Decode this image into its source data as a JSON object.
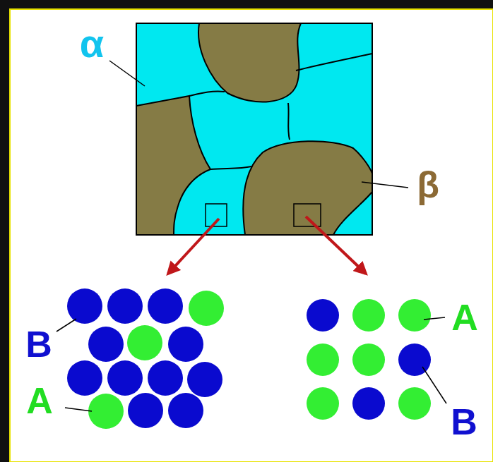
{
  "diagram": {
    "labels": [
      "α",
      "β",
      "B",
      "A",
      "A",
      "B"
    ]
  }
}
